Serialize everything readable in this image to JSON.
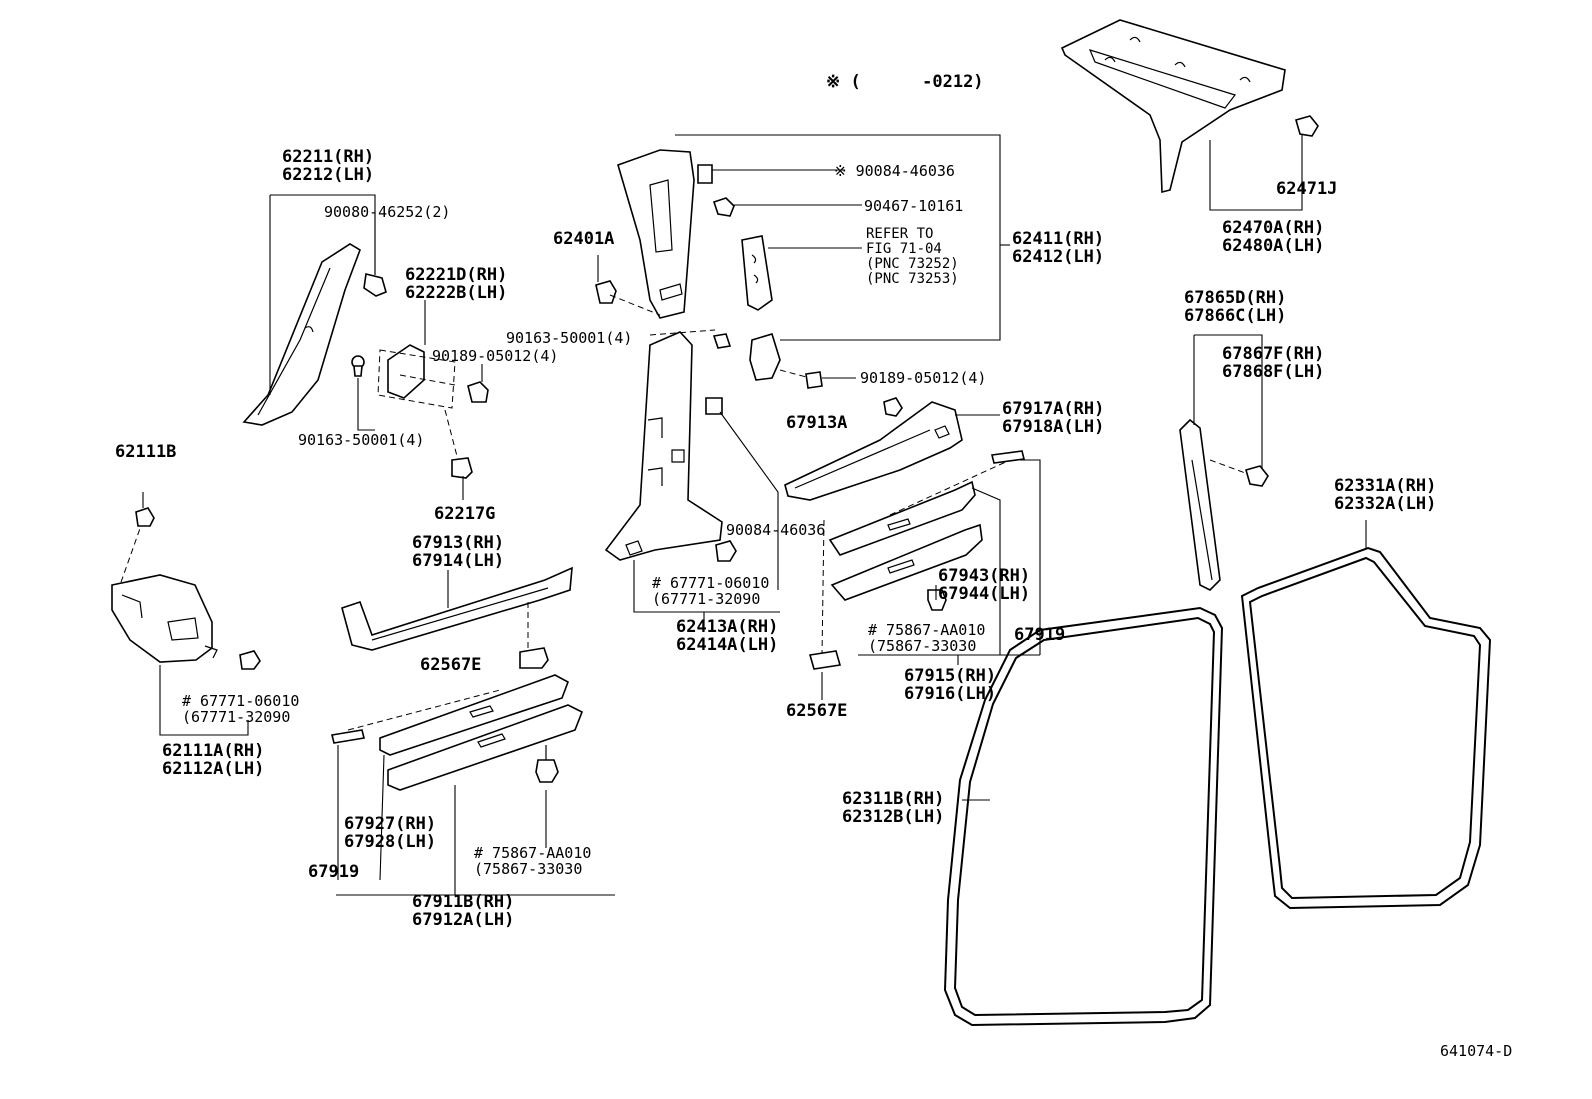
{
  "notes": {
    "applicability": "※ (      -0212)",
    "figure_id": "641074-D"
  },
  "labels": {
    "l_62211": "62211(RH)\n62212(LH)",
    "l_90080": "90080-46252(2)",
    "l_62221": "62221D(RH)\n62222B(LH)",
    "l_90189_left": "90189-05012(4)",
    "l_90163_left": "90163-50001(4)",
    "l_62217g": "62217G",
    "l_62111b": "62111B",
    "l_67771_left": "# 67771-06010\n(67771-32090",
    "l_62111a": "62111A(RH)\n62112A(LH)",
    "l_67913": "67913(RH)\n67914(LH)",
    "l_62567e_left": "62567E",
    "l_67927": "67927(RH)\n67928(LH)",
    "l_67919_left": "67919",
    "l_75867_left": "# 75867-AA010\n(75867-33030",
    "l_67911": "67911B(RH)\n67912A(LH)",
    "l_62401a": "62401A",
    "l_90163_mid": "90163-50001(4)",
    "l_90084_top": "※ 90084-46036",
    "l_90467": "90467-10161",
    "l_refer": "REFER TO\nFIG 71-04\n(PNC 73252)\n(PNC 73253)",
    "l_62411": "62411(RH)\n62412(LH)",
    "l_90189_mid": "90189-05012(4)",
    "l_90084_mid": "90084-46036",
    "l_67771_mid": "# 67771-06010\n(67771-32090",
    "l_62413": "62413A(RH)\n62414A(LH)",
    "l_67913a": "67913A",
    "l_67917": "67917A(RH)\n67918A(LH)",
    "l_67943": "67943(RH)\n67944(LH)",
    "l_75867_mid": "# 75867-AA010\n(75867-33030",
    "l_67919_mid": "67919",
    "l_67915": "67915(RH)\n67916(LH)",
    "l_62567e_mid": "62567E",
    "l_62471j": "62471J",
    "l_62470": "62470A(RH)\n62480A(LH)",
    "l_67865": "67865D(RH)\n67866C(LH)",
    "l_67867": "67867F(RH)\n67868F(LH)",
    "l_62331": "62331A(RH)\n62332A(LH)",
    "l_62311": "62311B(RH)\n62312B(LH)"
  }
}
